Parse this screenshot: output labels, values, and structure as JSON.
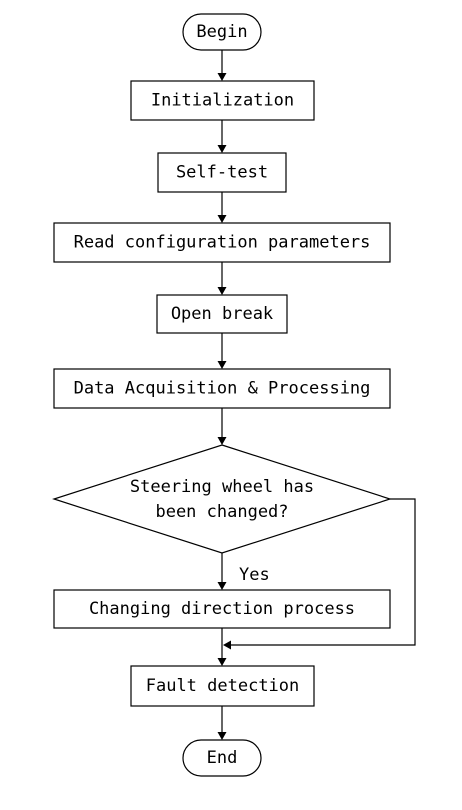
{
  "flowchart": {
    "nodes": {
      "begin": "Begin",
      "init": "Initialization",
      "selftest": "Self-test",
      "readcfg": "Read configuration parameters",
      "openbreak": "Open break",
      "daq": "Data Acquisition & Processing",
      "decision_line1": "Steering wheel has",
      "decision_line2": "been changed?",
      "changing": "Changing direction process",
      "fault": "Fault detection",
      "end": "End"
    },
    "edge_labels": {
      "yes": "Yes"
    }
  }
}
